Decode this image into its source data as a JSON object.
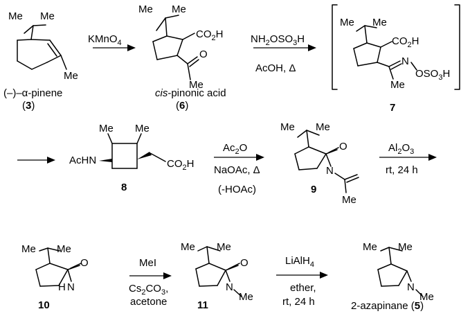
{
  "row1": {
    "c3": {
      "me_a": "Me",
      "me_b": "Me",
      "me_c": "Me",
      "name_prefix": "(–)–α-pinene",
      "number": "3"
    },
    "arrow1": {
      "reagent_base": "KMnO",
      "reagent_sub": "4"
    },
    "c6": {
      "me_a": "Me",
      "me_b": "Me",
      "me_c": "Me",
      "acid_base": "CO",
      "acid_sub": "2",
      "acid_tail": "H",
      "ketone_o": "O",
      "name_italic": "cis",
      "name_rest": "-pinonic acid",
      "number": "6"
    },
    "arrow2": {
      "top_a": "NH",
      "top_a_sub": "2",
      "top_b": "OSO",
      "top_b_sub": "3",
      "top_c": "H",
      "bottom": "AcOH, Δ"
    },
    "c7": {
      "me_a": "Me",
      "me_b": "Me",
      "me_c": "Me",
      "acid_base": "CO",
      "acid_sub": "2",
      "acid_tail": "H",
      "n": "N",
      "oso_base": "OSO",
      "oso_sub": "3",
      "oso_tail": "H",
      "number": "7"
    }
  },
  "row2": {
    "c8": {
      "achn": "AcHN",
      "me_a": "Me",
      "me_b": "Me",
      "acid_base": "CO",
      "acid_sub": "2",
      "acid_tail": "H",
      "number": "8"
    },
    "arrow3": {
      "top_base": "Ac",
      "top_sub": "2",
      "top_tail": "O",
      "middle": "NaOAc, Δ",
      "bottom": "(-HOAc)"
    },
    "c9": {
      "me_a": "Me",
      "me_b": "Me",
      "me_c": "Me",
      "o": "O",
      "n": "N",
      "number": "9"
    },
    "arrow4": {
      "top_base": "Al",
      "top_sub": "2",
      "top_mid": "O",
      "top_sub2": "3",
      "bottom": "rt, 24 h"
    }
  },
  "row3": {
    "c10": {
      "me_a": "Me",
      "me_b": "Me",
      "o": "O",
      "nh": "H",
      "n": "N",
      "number": "10"
    },
    "arrow5": {
      "top": "MeI",
      "bottom_a_base": "Cs",
      "bottom_a_sub": "2",
      "bottom_a_mid": "CO",
      "bottom_a_sub2": "3",
      "bottom_a_tail": ",",
      "bottom_b": "acetone"
    },
    "c11": {
      "me_a": "Me",
      "me_b": "Me",
      "me_c": "Me",
      "o": "O",
      "n": "N",
      "number": "11"
    },
    "arrow6": {
      "top_base": "LiAlH",
      "top_sub": "4",
      "middle": "ether,",
      "bottom": "rt, 24 h"
    },
    "c5": {
      "me_a": "Me",
      "me_b": "Me",
      "me_c": "Me",
      "n": "N",
      "name": "2-azapinane (",
      "number": "5",
      "close": ")"
    }
  }
}
